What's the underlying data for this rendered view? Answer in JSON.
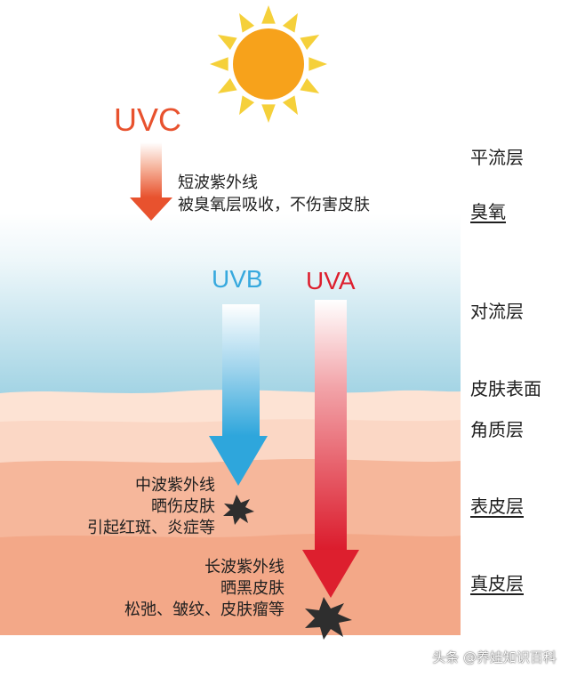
{
  "sources": {
    "uvc": "UVC",
    "uvb": "UVB",
    "uva": "UVA"
  },
  "layers": {
    "stratosphere": "平流层",
    "ozone": "臭氧",
    "troposphere": "对流层",
    "skin_surface": "皮肤表面",
    "stratum_corneum": "角质层",
    "epidermis": "表皮层",
    "dermis": "真皮层"
  },
  "descriptions": {
    "uvc": [
      "短波紫外线",
      "被臭氧层吸收，不伤害皮肤"
    ],
    "uvb": [
      "中波紫外线",
      "晒伤皮肤",
      "引起红斑、炎症等"
    ],
    "uva": [
      "长波紫外线",
      "晒黑皮肤",
      "松弛、皱纹、皮肤瘤等"
    ]
  },
  "watermark": "头条 @养娃知识百科",
  "colors": {
    "sun": "#f7a21b",
    "sun_rays": "#f5d03a",
    "uvc": "#e8522e",
    "uvb": "#37a9de",
    "uva": "#dd1f2e",
    "sky_top": "#ffffff",
    "sky_bottom": "#9fd2e3",
    "skin_surface": "#fde3d4",
    "epidermis": "#f6b79b",
    "dermis": "#f3a888",
    "burst": "#2e2e2e"
  },
  "icons": {
    "sun": "sun-icon",
    "damage": "burst-icon"
  }
}
